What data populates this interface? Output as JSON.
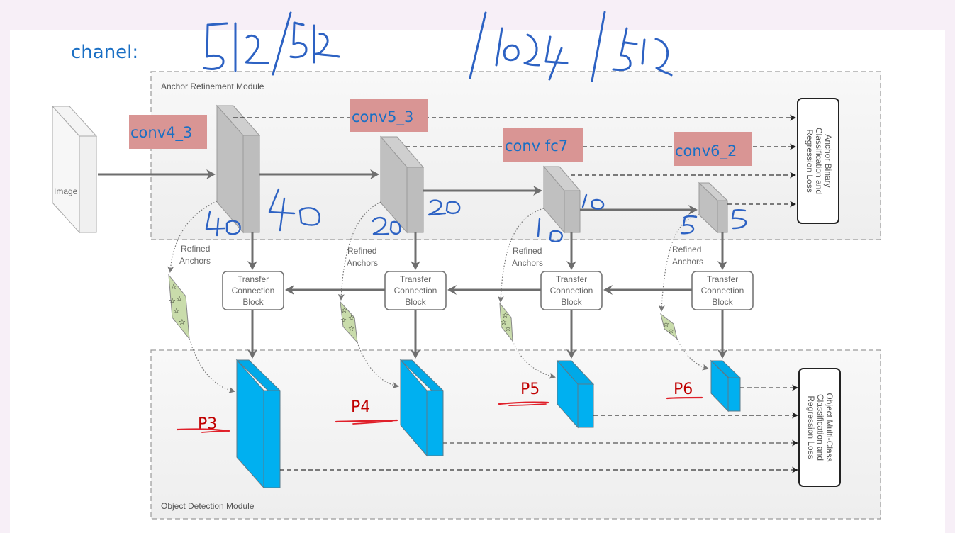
{
  "annotation": {
    "chanel_label": "chanel:",
    "channels_handwritten": [
      "512",
      "512",
      "1024",
      "512"
    ],
    "channels_text": "512 / 512 / 1024 / 512"
  },
  "modules": {
    "arm_title": "Anchor Refinement Module",
    "odm_title": "Object Detection Module"
  },
  "input": {
    "label": "Image"
  },
  "layers": [
    {
      "tag": "conv4_3",
      "size_left": "40",
      "size_right": "40",
      "pyramid": "P3"
    },
    {
      "tag": "conv5_3",
      "size_left": "20",
      "size_right": "20",
      "pyramid": "P4"
    },
    {
      "tag": "conv fc7",
      "size_left": "10",
      "size_right": "10",
      "pyramid": "P5"
    },
    {
      "tag": "conv6_2",
      "size_left": "5",
      "size_right": "5",
      "pyramid": "P6"
    }
  ],
  "refined_anchors": {
    "line1": "Refined",
    "line2": "Anchors"
  },
  "tcb": {
    "line1": "Transfer",
    "line2": "Connection",
    "line3": "Block"
  },
  "losses": {
    "arm": {
      "line1": "Anchor Binary",
      "line2": "Classification and",
      "line3": "Regression Loss"
    },
    "odm": {
      "line1": "Object Multi-Class",
      "line2": "Classification and",
      "line3": "Regression Loss"
    }
  },
  "colors": {
    "page_bg": "#f7eff7",
    "arm_feature": "#c0c0c0",
    "odm_feature": "#00b0f0",
    "anchor_fill": "#c9dcab",
    "tag_bg": "#d99594",
    "annotation_blue": "#1a6fc4",
    "pyramid_red": "#c00000"
  }
}
